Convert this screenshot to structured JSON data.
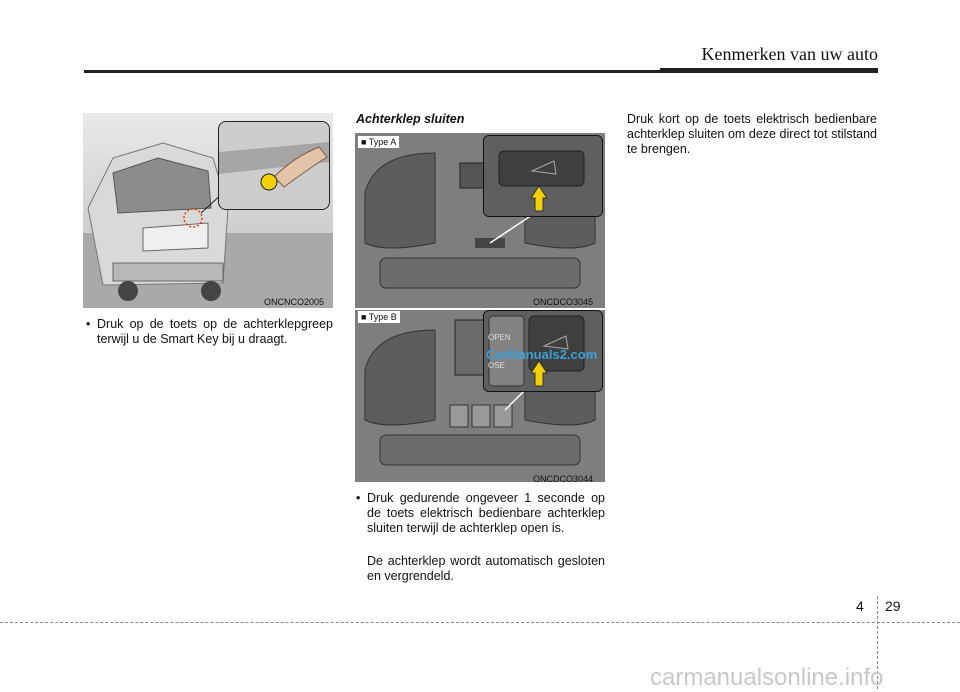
{
  "header": {
    "title": "Kenmerken van uw auto"
  },
  "figures": {
    "car": {
      "code": "ONCNCO2005"
    },
    "type_a": {
      "type_label": "■ Type A",
      "code": "ONCDCO3045"
    },
    "type_b": {
      "type_label": "■ Type B",
      "code": "ONCDCO3044",
      "button_top": "OPEN",
      "button_bottom": "OSE"
    }
  },
  "left_column": {
    "bullet": "•",
    "paragraph": "Druk op de toets op de achterklepgreep terwijl u de Smart Key bij u draagt."
  },
  "middle_column": {
    "heading": "Achterklep sluiten",
    "bullet": "•",
    "paragraph_1": "Druk gedurende ongeveer 1 seconde op de toets elektrisch bedienbare achterklep sluiten terwijl de achterklep open is.",
    "paragraph_2": "De achterklep wordt automatisch gesloten en vergrendeld."
  },
  "right_column": {
    "paragraph": "Druk kort op de toets elektrisch bedienbare achterklep sluiten om deze direct tot stilstand te brengen."
  },
  "watermark": "CarManuals2.com",
  "page": {
    "chapter": "4",
    "number": "29"
  },
  "footer_watermark": "carmanualsonline.info"
}
